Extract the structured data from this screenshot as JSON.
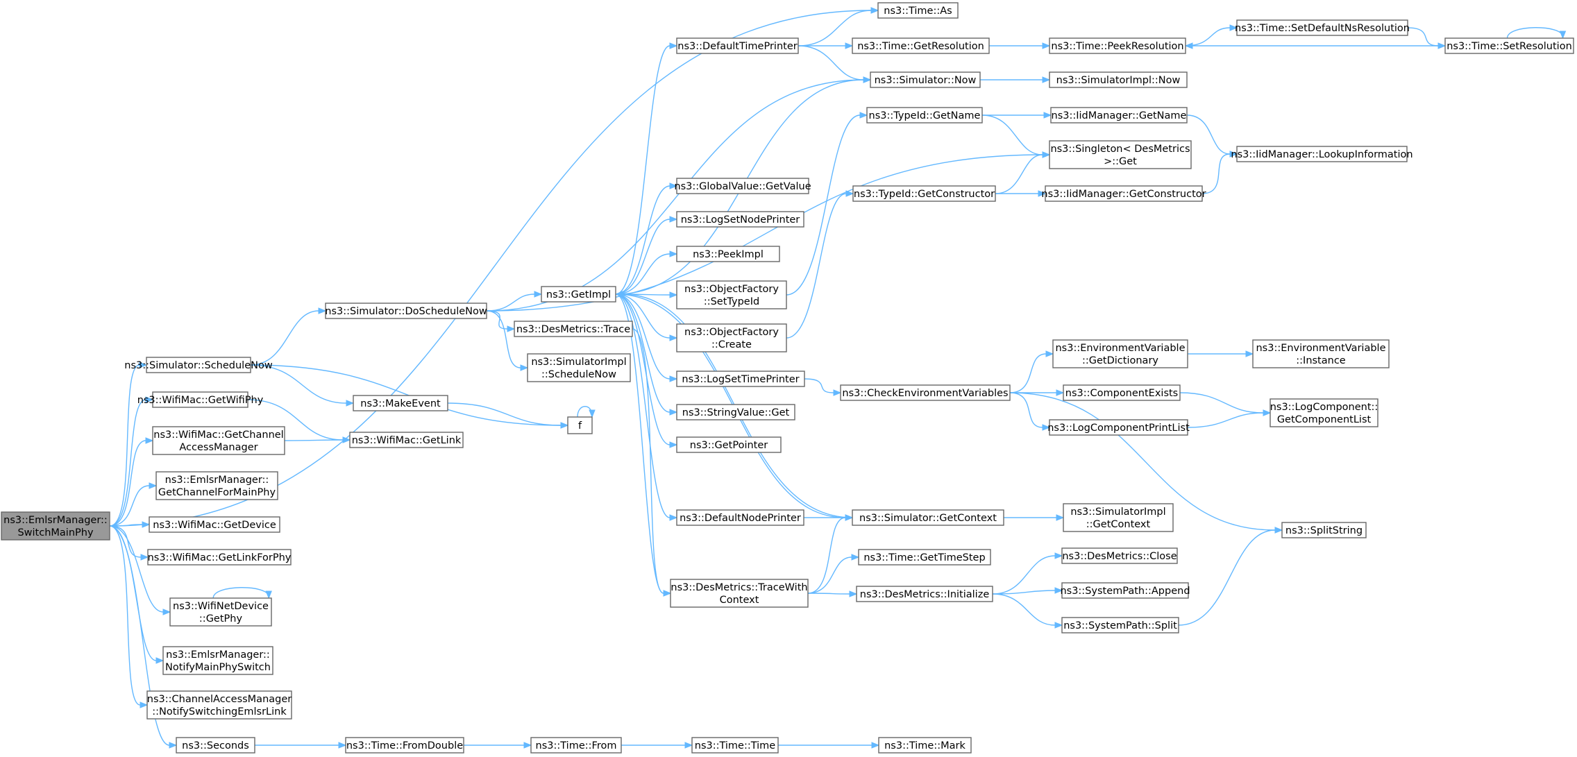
{
  "graph": {
    "colors": {
      "edge": "#63b8ff",
      "node_border": "#666666",
      "focus_fill": "#999999",
      "node_fill": "#ffffff"
    },
    "nodes": [
      {
        "id": "switch",
        "lines": [
          "ns3::EmlsrManager::",
          "SwitchMainPhy"
        ],
        "focus": true
      },
      {
        "id": "schedNow",
        "lines": [
          "ns3::Simulator::ScheduleNow"
        ]
      },
      {
        "id": "getWifiPhy",
        "lines": [
          "ns3::WifiMac::GetWifiPhy"
        ]
      },
      {
        "id": "getCAM",
        "lines": [
          "ns3::WifiMac::GetChannel",
          "AccessManager"
        ]
      },
      {
        "id": "getChanMain",
        "lines": [
          "ns3::EmlsrManager::",
          "GetChannelForMainPhy"
        ]
      },
      {
        "id": "getDevice",
        "lines": [
          "ns3::WifiMac::GetDevice"
        ]
      },
      {
        "id": "getLinkForPhy",
        "lines": [
          "ns3::WifiMac::GetLinkForPhy"
        ]
      },
      {
        "id": "netDevGetPhy",
        "lines": [
          "ns3::WifiNetDevice",
          "::GetPhy"
        ]
      },
      {
        "id": "notifyMain",
        "lines": [
          "ns3::EmlsrManager::",
          "NotifyMainPhySwitch"
        ]
      },
      {
        "id": "notifySwitching",
        "lines": [
          "ns3::ChannelAccessManager",
          "::NotifySwitchingEmlsrLink"
        ]
      },
      {
        "id": "seconds",
        "lines": [
          "ns3::Seconds"
        ]
      },
      {
        "id": "doSched",
        "lines": [
          "ns3::Simulator::DoScheduleNow"
        ]
      },
      {
        "id": "makeEvent",
        "lines": [
          "ns3::MakeEvent"
        ]
      },
      {
        "id": "f",
        "lines": [
          "f"
        ]
      },
      {
        "id": "getLink",
        "lines": [
          "ns3::WifiMac::GetLink"
        ]
      },
      {
        "id": "fromDouble",
        "lines": [
          "ns3::Time::FromDouble"
        ]
      },
      {
        "id": "timeFrom",
        "lines": [
          "ns3::Time::From"
        ]
      },
      {
        "id": "timeTime",
        "lines": [
          "ns3::Time::Time"
        ]
      },
      {
        "id": "timeMark",
        "lines": [
          "ns3::Time::Mark"
        ]
      },
      {
        "id": "getImpl",
        "lines": [
          "ns3::GetImpl"
        ]
      },
      {
        "id": "desTrace",
        "lines": [
          "ns3::DesMetrics::Trace"
        ]
      },
      {
        "id": "implSchedNow",
        "lines": [
          "ns3::SimulatorImpl",
          "::ScheduleNow"
        ]
      },
      {
        "id": "defTimePrinter",
        "lines": [
          "ns3::DefaultTimePrinter"
        ]
      },
      {
        "id": "globalGetValue",
        "lines": [
          "ns3::GlobalValue::GetValue"
        ]
      },
      {
        "id": "logSetNode",
        "lines": [
          "ns3::LogSetNodePrinter"
        ]
      },
      {
        "id": "peekImpl",
        "lines": [
          "ns3::PeekImpl"
        ]
      },
      {
        "id": "ofSetTypeId",
        "lines": [
          "ns3::ObjectFactory",
          "::SetTypeId"
        ]
      },
      {
        "id": "ofCreate",
        "lines": [
          "ns3::ObjectFactory",
          "::Create"
        ]
      },
      {
        "id": "logSetTime",
        "lines": [
          "ns3::LogSetTimePrinter"
        ]
      },
      {
        "id": "strGet",
        "lines": [
          "ns3::StringValue::Get"
        ]
      },
      {
        "id": "getPointer",
        "lines": [
          "ns3::GetPointer"
        ]
      },
      {
        "id": "defNodePrinter",
        "lines": [
          "ns3::DefaultNodePrinter"
        ]
      },
      {
        "id": "traceWithCtx",
        "lines": [
          "ns3::DesMetrics::TraceWith",
          "Context"
        ]
      },
      {
        "id": "timeAs",
        "lines": [
          "ns3::Time::As"
        ]
      },
      {
        "id": "timeGetRes",
        "lines": [
          "ns3::Time::GetResolution"
        ]
      },
      {
        "id": "simNow",
        "lines": [
          "ns3::Simulator::Now"
        ]
      },
      {
        "id": "typeGetName",
        "lines": [
          "ns3::TypeId::GetName"
        ]
      },
      {
        "id": "typeGetCtor",
        "lines": [
          "ns3::TypeId::GetConstructor"
        ]
      },
      {
        "id": "checkEnv",
        "lines": [
          "ns3::CheckEnvironmentVariables"
        ]
      },
      {
        "id": "simGetCtx",
        "lines": [
          "ns3::Simulator::GetContext"
        ]
      },
      {
        "id": "timeGetStep",
        "lines": [
          "ns3::Time::GetTimeStep"
        ]
      },
      {
        "id": "desInit",
        "lines": [
          "ns3::DesMetrics::Initialize"
        ]
      },
      {
        "id": "peekRes",
        "lines": [
          "ns3::Time::PeekResolution"
        ]
      },
      {
        "id": "implNow",
        "lines": [
          "ns3::SimulatorImpl::Now"
        ]
      },
      {
        "id": "iidGetName",
        "lines": [
          "ns3::IidManager::GetName"
        ]
      },
      {
        "id": "singletonGet",
        "lines": [
          "ns3::Singleton< DesMetrics",
          " >::Get"
        ]
      },
      {
        "id": "iidGetCtor",
        "lines": [
          "ns3::IidManager::GetConstructor"
        ]
      },
      {
        "id": "envGetDict",
        "lines": [
          "ns3::EnvironmentVariable",
          "::GetDictionary"
        ]
      },
      {
        "id": "compExists",
        "lines": [
          "ns3::ComponentExists"
        ]
      },
      {
        "id": "logCompPrint",
        "lines": [
          "ns3::LogComponentPrintList"
        ]
      },
      {
        "id": "implGetCtx",
        "lines": [
          "ns3::SimulatorImpl",
          "::GetContext"
        ]
      },
      {
        "id": "desClose",
        "lines": [
          "ns3::DesMetrics::Close"
        ]
      },
      {
        "id": "sysAppend",
        "lines": [
          "ns3::SystemPath::Append"
        ]
      },
      {
        "id": "sysSplit",
        "lines": [
          "ns3::SystemPath::Split"
        ]
      },
      {
        "id": "setDefNs",
        "lines": [
          "ns3::Time::SetDefaultNsResolution"
        ]
      },
      {
        "id": "iidLookup",
        "lines": [
          "ns3::IidManager::LookupInformation"
        ]
      },
      {
        "id": "envInstance",
        "lines": [
          "ns3::EnvironmentVariable",
          "::Instance"
        ]
      },
      {
        "id": "logCompGet",
        "lines": [
          "ns3::LogComponent::",
          "GetComponentList"
        ]
      },
      {
        "id": "splitString",
        "lines": [
          "ns3::SplitString"
        ]
      },
      {
        "id": "setRes",
        "lines": [
          "ns3::Time::SetResolution"
        ]
      }
    ],
    "edges": [
      [
        "switch",
        "timeAs"
      ],
      [
        "switch",
        "schedNow"
      ],
      [
        "switch",
        "getWifiPhy"
      ],
      [
        "switch",
        "getCAM"
      ],
      [
        "switch",
        "getChanMain"
      ],
      [
        "switch",
        "getDevice"
      ],
      [
        "switch",
        "getLinkForPhy"
      ],
      [
        "switch",
        "netDevGetPhy"
      ],
      [
        "switch",
        "notifyMain"
      ],
      [
        "switch",
        "notifySwitching"
      ],
      [
        "switch",
        "seconds"
      ],
      [
        "schedNow",
        "doSched"
      ],
      [
        "schedNow",
        "makeEvent"
      ],
      [
        "schedNow",
        "f"
      ],
      [
        "getWifiPhy",
        "getLink"
      ],
      [
        "getCAM",
        "getLink"
      ],
      [
        "netDevGetPhy",
        "netDevGetPhy"
      ],
      [
        "makeEvent",
        "f"
      ],
      [
        "f",
        "f"
      ],
      [
        "seconds",
        "fromDouble"
      ],
      [
        "fromDouble",
        "timeFrom"
      ],
      [
        "timeFrom",
        "timeTime"
      ],
      [
        "timeTime",
        "timeMark"
      ],
      [
        "doSched",
        "simNow"
      ],
      [
        "doSched",
        "singletonGet"
      ],
      [
        "doSched",
        "getImpl"
      ],
      [
        "doSched",
        "desTrace"
      ],
      [
        "doSched",
        "implSchedNow"
      ],
      [
        "getImpl",
        "defTimePrinter"
      ],
      [
        "getImpl",
        "simNow"
      ],
      [
        "getImpl",
        "globalGetValue"
      ],
      [
        "getImpl",
        "logSetNode"
      ],
      [
        "getImpl",
        "peekImpl"
      ],
      [
        "getImpl",
        "ofSetTypeId"
      ],
      [
        "getImpl",
        "ofCreate"
      ],
      [
        "getImpl",
        "logSetTime"
      ],
      [
        "getImpl",
        "strGet"
      ],
      [
        "getImpl",
        "getPointer"
      ],
      [
        "getImpl",
        "defNodePrinter"
      ],
      [
        "getImpl",
        "simGetCtx"
      ],
      [
        "getImpl",
        "traceWithCtx"
      ],
      [
        "desTrace",
        "traceWithCtx"
      ],
      [
        "defTimePrinter",
        "timeAs"
      ],
      [
        "defTimePrinter",
        "timeGetRes"
      ],
      [
        "defTimePrinter",
        "simNow"
      ],
      [
        "timeGetRes",
        "peekRes"
      ],
      [
        "simNow",
        "implNow"
      ],
      [
        "ofSetTypeId",
        "typeGetName"
      ],
      [
        "ofCreate",
        "typeGetCtor"
      ],
      [
        "typeGetName",
        "iidGetName"
      ],
      [
        "typeGetName",
        "singletonGet"
      ],
      [
        "typeGetCtor",
        "singletonGet"
      ],
      [
        "typeGetCtor",
        "iidGetCtor"
      ],
      [
        "iidGetName",
        "iidLookup"
      ],
      [
        "iidGetCtor",
        "iidLookup"
      ],
      [
        "logSetTime",
        "checkEnv"
      ],
      [
        "checkEnv",
        "envGetDict"
      ],
      [
        "checkEnv",
        "compExists"
      ],
      [
        "checkEnv",
        "logCompPrint"
      ],
      [
        "checkEnv",
        "splitString"
      ],
      [
        "envGetDict",
        "envInstance"
      ],
      [
        "compExists",
        "logCompGet"
      ],
      [
        "logCompPrint",
        "logCompGet"
      ],
      [
        "defNodePrinter",
        "simGetCtx"
      ],
      [
        "simGetCtx",
        "getImpl"
      ],
      [
        "simGetCtx",
        "implGetCtx"
      ],
      [
        "traceWithCtx",
        "simGetCtx"
      ],
      [
        "traceWithCtx",
        "timeGetStep"
      ],
      [
        "traceWithCtx",
        "desInit"
      ],
      [
        "desInit",
        "desClose"
      ],
      [
        "desInit",
        "sysAppend"
      ],
      [
        "desInit",
        "sysSplit"
      ],
      [
        "sysSplit",
        "splitString"
      ],
      [
        "peekRes",
        "setDefNs"
      ],
      [
        "setDefNs",
        "setRes"
      ],
      [
        "setRes",
        "peekRes"
      ],
      [
        "setRes",
        "setRes"
      ]
    ]
  }
}
